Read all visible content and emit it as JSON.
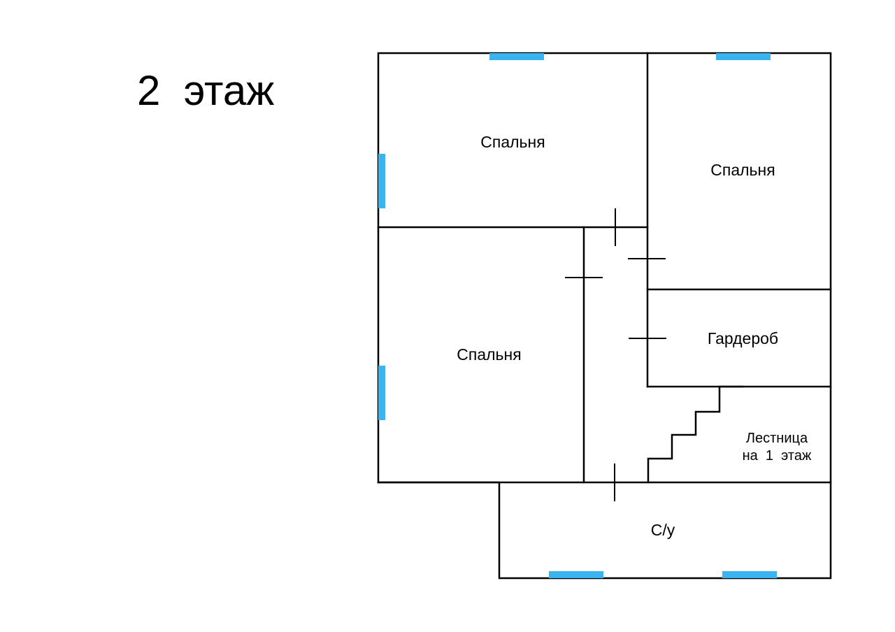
{
  "floor_title": "2  этаж",
  "colors": {
    "wall": "#000000",
    "window": "#3AB4EE",
    "background": "#FFFFFF"
  },
  "rooms": {
    "bedroom_top_left": "Спальня",
    "bedroom_top_right": "Спальня",
    "bedroom_middle": "Спальня",
    "wardrobe": "Гардероб",
    "stairs_line1": "Лестница",
    "stairs_line2": "на  1  этаж",
    "bathroom": "С/у"
  }
}
